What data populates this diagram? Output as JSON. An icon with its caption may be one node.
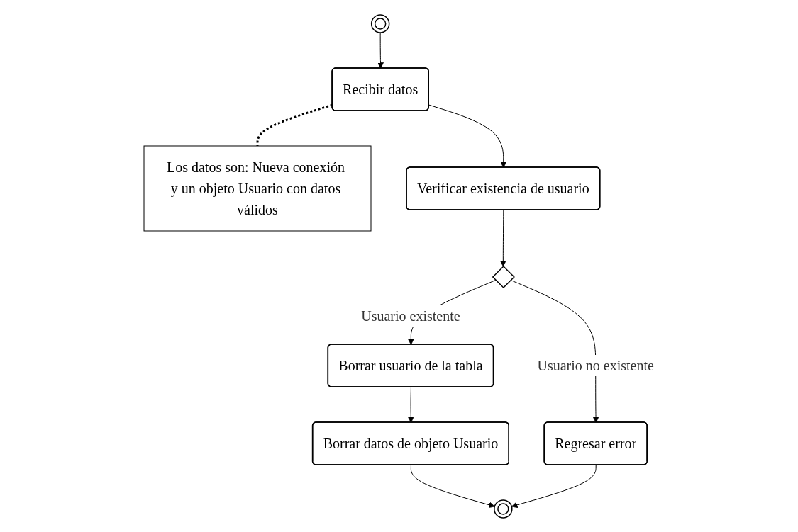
{
  "diagram": {
    "nodes": [
      {
        "text": [],
        "shape": "circle"
      },
      {
        "text": [
          "Recibir datos"
        ]
      },
      {
        "text": [
          "Los datos son: Nueva conexión y un objeto Usuario con datos válidos"
        ]
      },
      {
        "text": [
          "Verificar existencia de usuario"
        ]
      },
      {
        "text": [],
        "shape": "diamond"
      },
      {
        "text": [
          "Borrar usuario de la tabla"
        ]
      },
      {
        "text": [
          "Borrar datos de objeto Usuario"
        ]
      },
      {
        "text": [
          "Regresar error"
        ]
      },
      {
        "text": [],
        "shape": "circle"
      }
    ],
    "edges": [
      {
        "from": 0,
        "to": 1,
        "arrow": "to"
      },
      {
        "from": 1,
        "to": 2,
        "arrow": "none",
        "style": "dashed"
      },
      {
        "from": 1,
        "to": 3,
        "arrow": "to"
      },
      {
        "from": 3,
        "to": 4,
        "arrow": "to"
      },
      {
        "from": 4,
        "to": 5,
        "arrow": "to",
        "label": "Usuario existente"
      },
      {
        "from": 4,
        "to": 7,
        "arrow": "to",
        "label": "Usuario no existente"
      },
      {
        "from": 5,
        "to": 6,
        "arrow": "to"
      },
      {
        "from": 6,
        "to": 8,
        "arrow": "to"
      },
      {
        "from": 7,
        "to": 8,
        "arrow": "to"
      }
    ]
  }
}
